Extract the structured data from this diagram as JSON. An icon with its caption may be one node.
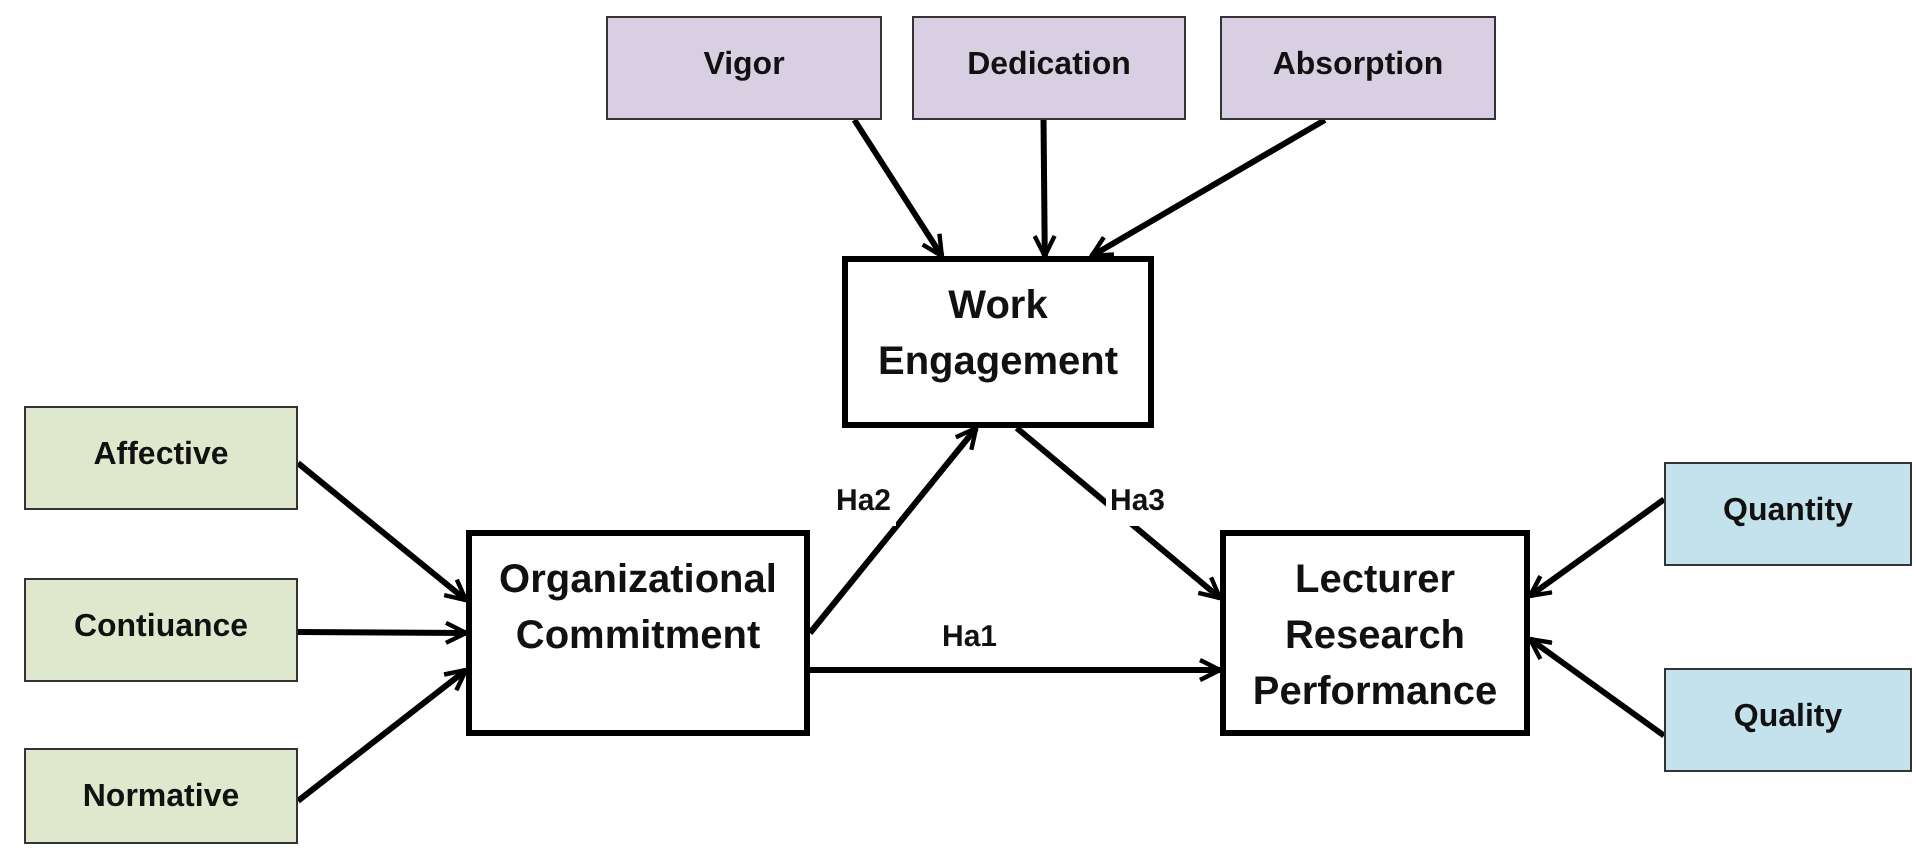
{
  "diagram": {
    "nodes": [
      {
        "text": [
          "Vigor"
        ]
      },
      {
        "text": [
          "Dedication"
        ]
      },
      {
        "text": [
          "Absorption"
        ]
      },
      {
        "text": [
          "Work Engagement"
        ]
      },
      {
        "text": [
          "Affective"
        ]
      },
      {
        "text": [
          "Contiuance"
        ]
      },
      {
        "text": [
          "Normative"
        ]
      },
      {
        "text": [
          "Organizational Commitment"
        ]
      },
      {
        "text": [
          "Lecturer Research Performance"
        ]
      },
      {
        "text": [
          "Quantity"
        ]
      },
      {
        "text": [
          "Quality"
        ]
      }
    ],
    "edges": [
      {
        "from": 0,
        "to": 3,
        "arrow": "to"
      },
      {
        "from": 1,
        "to": 3,
        "arrow": "to"
      },
      {
        "from": 2,
        "to": 3,
        "arrow": "to"
      },
      {
        "from": 4,
        "to": 7,
        "arrow": "to"
      },
      {
        "from": 5,
        "to": 7,
        "arrow": "to"
      },
      {
        "from": 6,
        "to": 7,
        "arrow": "to"
      },
      {
        "from": 7,
        "to": 3,
        "arrow": "to",
        "label": "Ha2"
      },
      {
        "from": 3,
        "to": 8,
        "arrow": "to",
        "label": "Ha3"
      },
      {
        "from": 7,
        "to": 8,
        "arrow": "to",
        "label": "Ha1"
      },
      {
        "from": 9,
        "to": 8,
        "arrow": "to"
      },
      {
        "from": 10,
        "to": 8,
        "arrow": "to"
      }
    ]
  }
}
